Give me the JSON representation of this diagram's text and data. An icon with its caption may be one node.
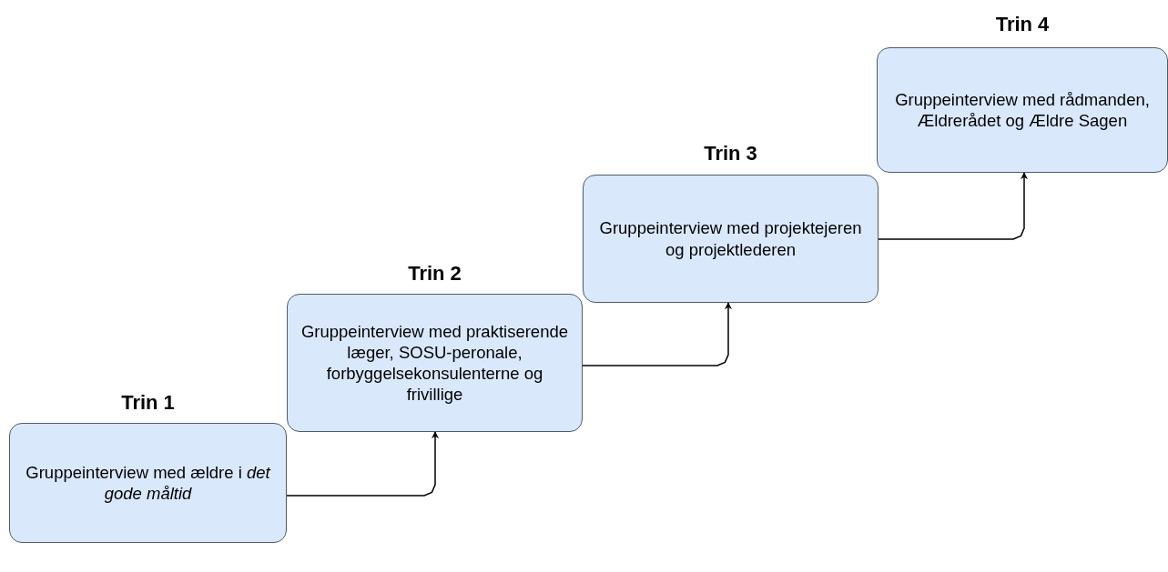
{
  "diagram": {
    "nodes": [
      {
        "text": [
          "Trin 1",
          "Gruppeinterview med ældre i *det gode måltid*"
        ]
      },
      {
        "text": [
          "Trin 2",
          "Gruppeinterview med praktiserende læger, SOSU-peronale, forbyggelsekonsulenterne og frivillige"
        ]
      },
      {
        "text": [
          "Trin 3",
          "Gruppeinterview med projektejeren og projektlederen"
        ]
      },
      {
        "text": [
          "Trin 4",
          "Gruppeinterview med rådmanden, Ældrerådet og Ældre Sagen"
        ]
      }
    ],
    "edges": [
      {
        "from": 0,
        "to": 1,
        "arrow": "to"
      },
      {
        "from": 1,
        "to": 2,
        "arrow": "to"
      },
      {
        "from": 2,
        "to": 3,
        "arrow": "to"
      }
    ]
  }
}
